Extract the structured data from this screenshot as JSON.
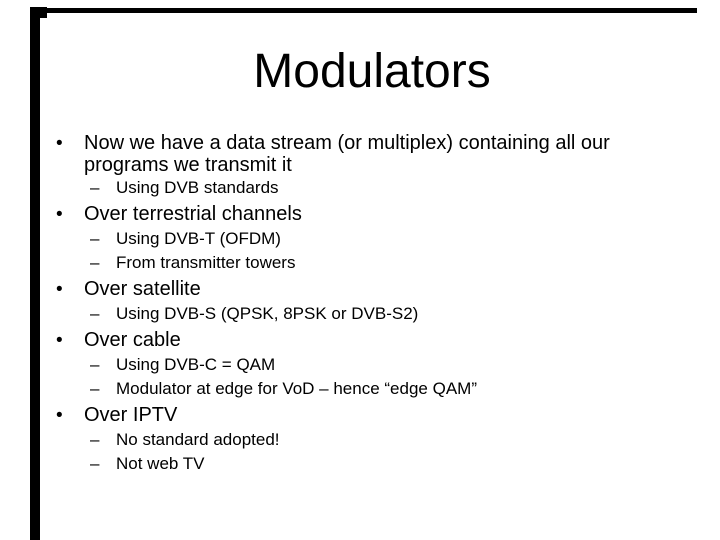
{
  "slide": {
    "title": "Modulators",
    "markers": {
      "level1": "•",
      "level2": "–"
    },
    "colors": {
      "background": "#ffffff",
      "text": "#000000",
      "frame": "#000000"
    },
    "bullets": [
      {
        "level": 1,
        "text": "Now we have a data stream (or multiplex) containing all our programs we transmit it"
      },
      {
        "level": 2,
        "text": "Using DVB standards"
      },
      {
        "level": 1,
        "text": "Over terrestrial channels"
      },
      {
        "level": 2,
        "text": "Using DVB-T (OFDM)"
      },
      {
        "level": 2,
        "text": "From transmitter towers"
      },
      {
        "level": 1,
        "text": "Over satellite"
      },
      {
        "level": 2,
        "text": "Using DVB-S (QPSK, 8PSK or DVB-S2)"
      },
      {
        "level": 1,
        "text": "Over cable"
      },
      {
        "level": 2,
        "text": "Using DVB-C = QAM"
      },
      {
        "level": 2,
        "text": "Modulator at edge for VoD – hence “edge QAM”"
      },
      {
        "level": 1,
        "text": "Over IPTV"
      },
      {
        "level": 2,
        "text": "No standard adopted!"
      },
      {
        "level": 2,
        "text": "Not web TV"
      }
    ]
  }
}
